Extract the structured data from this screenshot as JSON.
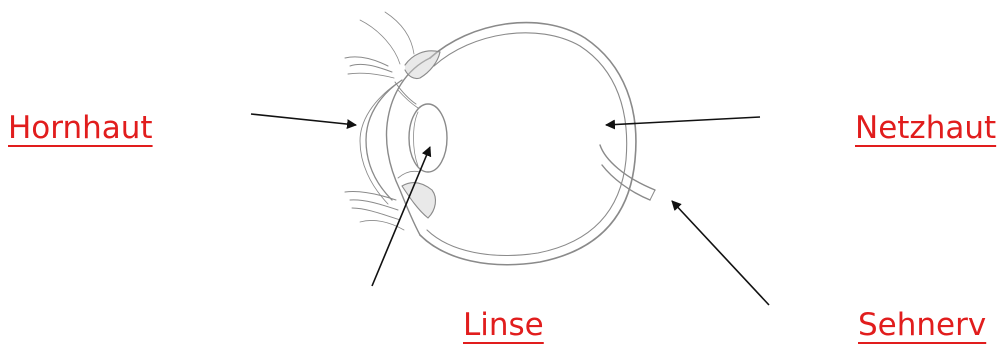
{
  "labels": {
    "cornea": "Hornhaut",
    "retina": "Netzhaut",
    "lens": "Linse",
    "optic_nerve": "Sehnerv"
  },
  "colors": {
    "label": "#e11d1d",
    "arrow": "#111111",
    "sketch": "#8a8a8a"
  }
}
